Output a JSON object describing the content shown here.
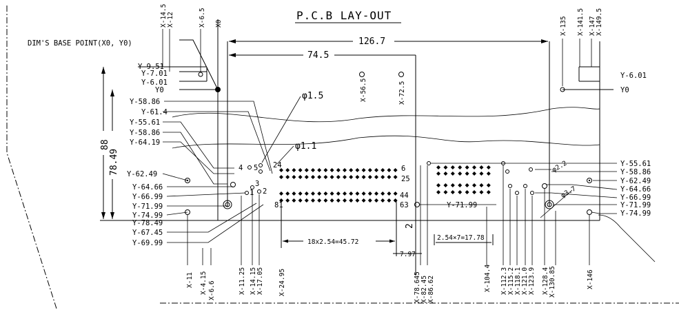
{
  "title": "P.C.B LAY-OUT",
  "base_point_label": "DIM'S BASE POINT(X0, Y0)",
  "dims": {
    "width_total": "126.7",
    "width_partial": "74.5",
    "height_total": "88",
    "height_partial": "78.49",
    "pitch_row": "18x2.54=45.72",
    "pitch_right": "2.54×7=17.78",
    "gap_small": "7.97",
    "gap_vertical": "2"
  },
  "hole_notes": {
    "d15": "φ1.5",
    "d11": "φ1.1",
    "d22": "φ2.2",
    "d37": "φ3.7"
  },
  "pin_numbers": [
    "4",
    "5",
    "24",
    "6",
    "25",
    "1",
    "3",
    "2",
    "44",
    "81",
    "63"
  ],
  "top_x_labels": [
    "X-14.5",
    "X-12",
    "X-6.5",
    "X0",
    "X-56.5",
    "X-72.5",
    "X-135",
    "X-141.5",
    "X-147",
    "X-149.5"
  ],
  "bottom_x_labels": [
    "X-11",
    "X-4.15",
    "X-6.6",
    "X-11.25",
    "X-14.15",
    "X-17.05",
    "X-24.95",
    "X-78.645",
    "X-82.45",
    "X-86.62",
    "X-104.4",
    "X-112.3",
    "X-115.2",
    "X-118.1",
    "X-121.0",
    "X-123.9",
    "X-128.4",
    "X-130.85",
    "X-146"
  ],
  "left_y_labels": [
    "Y-9.51",
    "Y-7.01",
    "Y-6.01",
    "Y0",
    "Y-58.86",
    "Y-61.4",
    "Y-55.61",
    "Y-58.86",
    "Y-64.19",
    "Y-62.49",
    "Y-64.66",
    "Y-66.99",
    "Y-71.99",
    "Y-74.99",
    "Y-78.49",
    "Y-67.45",
    "Y-69.99"
  ],
  "right_y_labels": [
    "Y-6.01",
    "Y0",
    "Y-55.61",
    "Y-58.86",
    "Y-62.49",
    "Y-64.66",
    "Y-66.99",
    "Y-71.99",
    "Y-74.99"
  ],
  "inline_y_label": "Y-71.99"
}
